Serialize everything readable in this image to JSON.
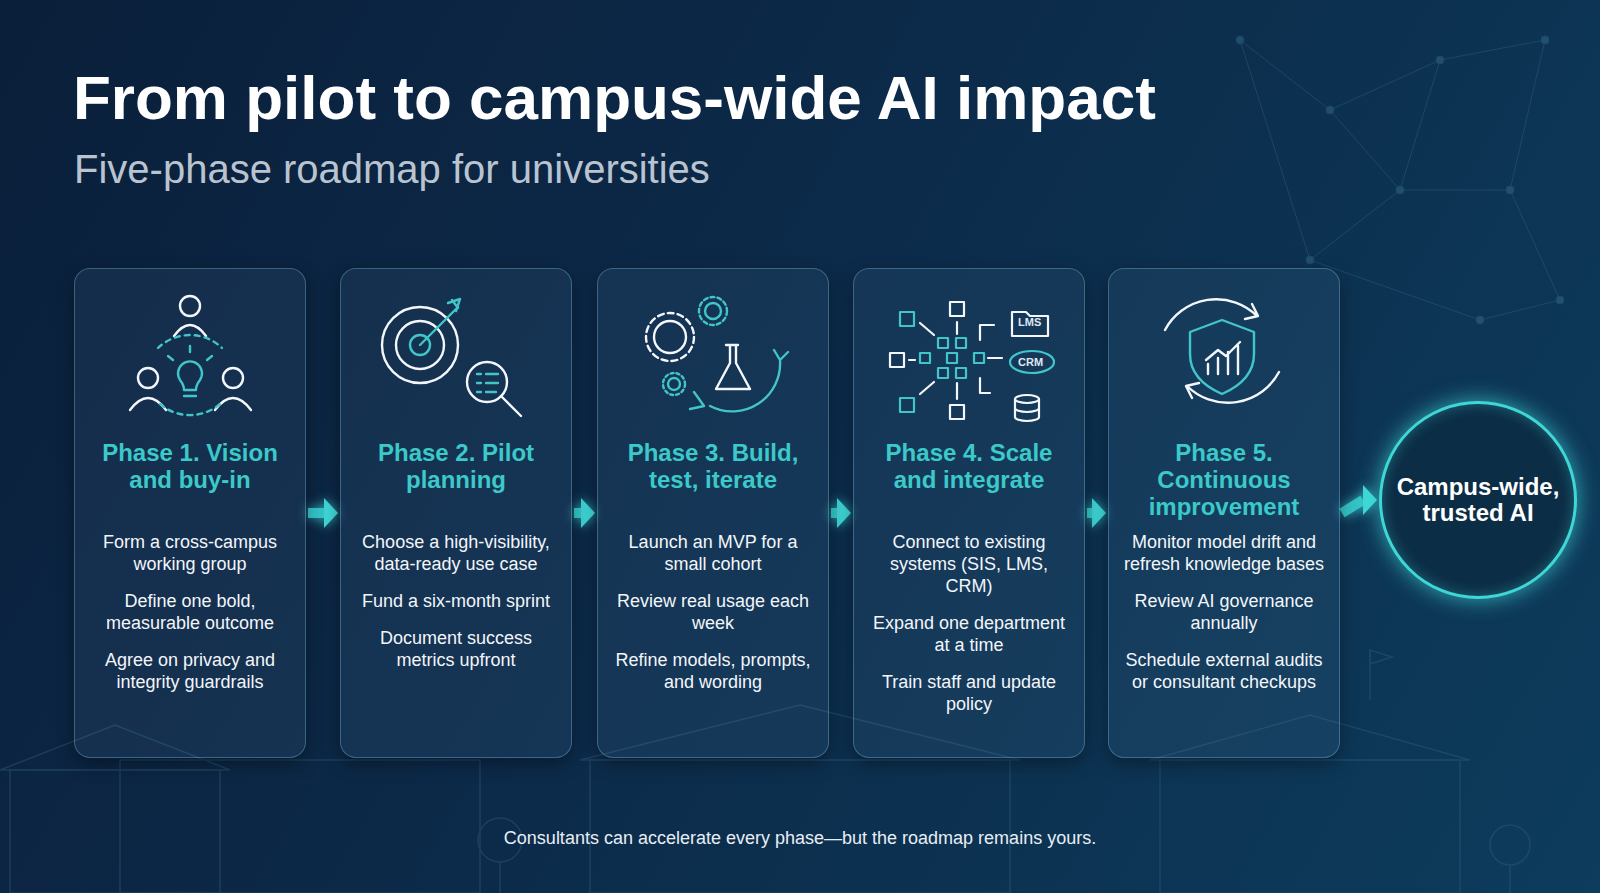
{
  "diagram": {
    "title": "From pilot to campus-wide AI impact",
    "caption": "Consultants can accelerate every phase—but the roadmap remains yours.",
    "nodes": [
      {
        "text": [
          "Phase 1. Vision and buy-in",
          "Form a cross-campus working group",
          "Define one bold, measurable outcome",
          "Agree on privacy and integrity guardrails"
        ]
      },
      {
        "text": [
          "Phase 2. Pilot planning",
          "Choose a high-visibility, data-ready use case",
          "Fund a six-month sprint",
          "Document success metrics upfront"
        ]
      },
      {
        "text": [
          "Phase 3. Build, test, iterate",
          "Launch an MVP for a small cohort",
          "Review real usage each week",
          "Refine models, prompts, and wording"
        ]
      },
      {
        "text": [
          "Phase 4. Scale and integrate",
          "Connect to existing systems (SIS, LMS, CRM)",
          "Expand one department at a time",
          "Train staff and update policy"
        ]
      },
      {
        "text": [
          "Phase 5. Continuous improvement",
          "Monitor model drift and refresh knowledge bases",
          "Review AI governance annually",
          "Schedule external audits or consultant checkups"
        ]
      },
      {
        "text": [
          "Campus-wide, trusted AI"
        ]
      }
    ],
    "edges": [
      {
        "from": 0,
        "to": 1,
        "arrow": "to"
      },
      {
        "from": 1,
        "to": 2,
        "arrow": "to"
      },
      {
        "from": 2,
        "to": 3,
        "arrow": "to"
      },
      {
        "from": 3,
        "to": 4,
        "arrow": "to"
      },
      {
        "from": 4,
        "to": 5,
        "arrow": "to"
      }
    ],
    "labels": [
      "Five-phase roadmap for universities",
      "LMS",
      "CRM"
    ]
  }
}
